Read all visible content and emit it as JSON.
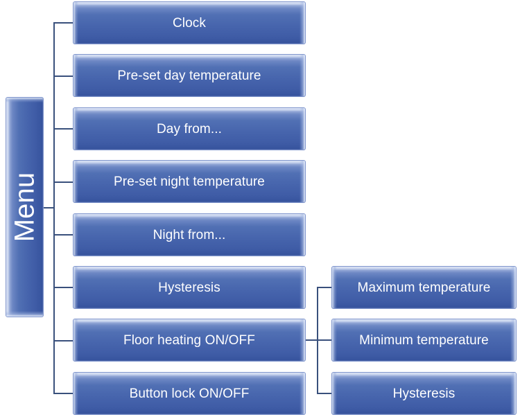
{
  "diagram": {
    "title": "Menu",
    "root": {
      "label": "Menu",
      "orientation": "vertical"
    },
    "level1": [
      {
        "label": "Clock"
      },
      {
        "label": "Pre-set day temperature"
      },
      {
        "label": "Day from..."
      },
      {
        "label": "Pre-set night temperature"
      },
      {
        "label": "Night from..."
      },
      {
        "label": "Hysteresis"
      },
      {
        "label": "Floor heating ON/OFF"
      },
      {
        "label": "Button lock ON/OFF"
      }
    ],
    "level2": [
      {
        "label": "Maximum temperature"
      },
      {
        "label": "Minimum temperature"
      },
      {
        "label": "Hysteresis"
      }
    ],
    "colors": {
      "button_top": "#c6d2ec",
      "button_bottom": "#36539d",
      "button_border": "#7f95cc",
      "connector": "#39507c",
      "label_text": "#ffffff",
      "background": "#ffffff"
    }
  }
}
